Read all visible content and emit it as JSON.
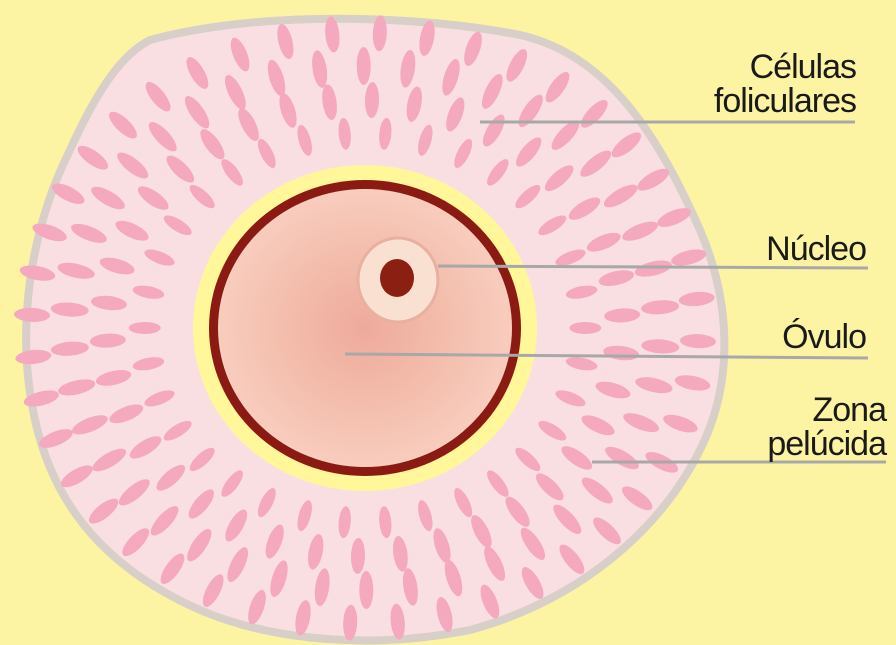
{
  "labels": {
    "celulas_line1": "Células",
    "celulas_line2": "foliculares",
    "nucleo": "Núcleo",
    "ovulo": "Óvulo",
    "zona_line1": "Zona",
    "zona_line2": "pelúcida"
  },
  "colors": {
    "background": "#fdf4a3",
    "corona": "#f9dfe2",
    "corona_rim": "#d8cfc8",
    "follicle_cells": "#f4a9bf",
    "zona_ring": "#fff79a",
    "membrane": "#8b1a12",
    "ovum": "#f7c8b8",
    "nucleus": "#f9e0d0",
    "nucleolus": "#8a1f12",
    "leader": "#a8a8a8"
  }
}
